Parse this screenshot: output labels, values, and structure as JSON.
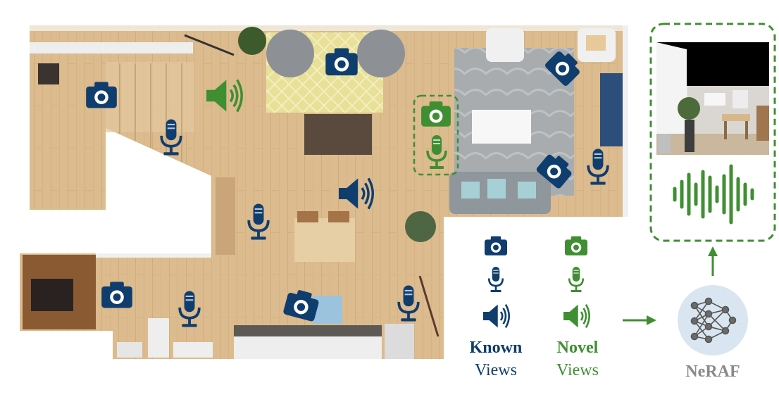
{
  "legend": {
    "known": {
      "line1": "Known",
      "line2": "Views",
      "color": "#0f3d6e"
    },
    "novel": {
      "line1": "Novel",
      "line2": "Views",
      "color": "#3f8f32"
    }
  },
  "model": {
    "name": "NeRAF",
    "color": "#8a8a8a"
  },
  "colors": {
    "floor": "#d9b88c",
    "floor_dark": "#c89f6c",
    "known": "#0f3d6e",
    "novel": "#3f8f32",
    "wall": "#f2f2f2"
  },
  "icons": [
    "camera-icon",
    "microphone-icon",
    "speaker-icon",
    "neural-network-icon",
    "waveform-icon"
  ]
}
